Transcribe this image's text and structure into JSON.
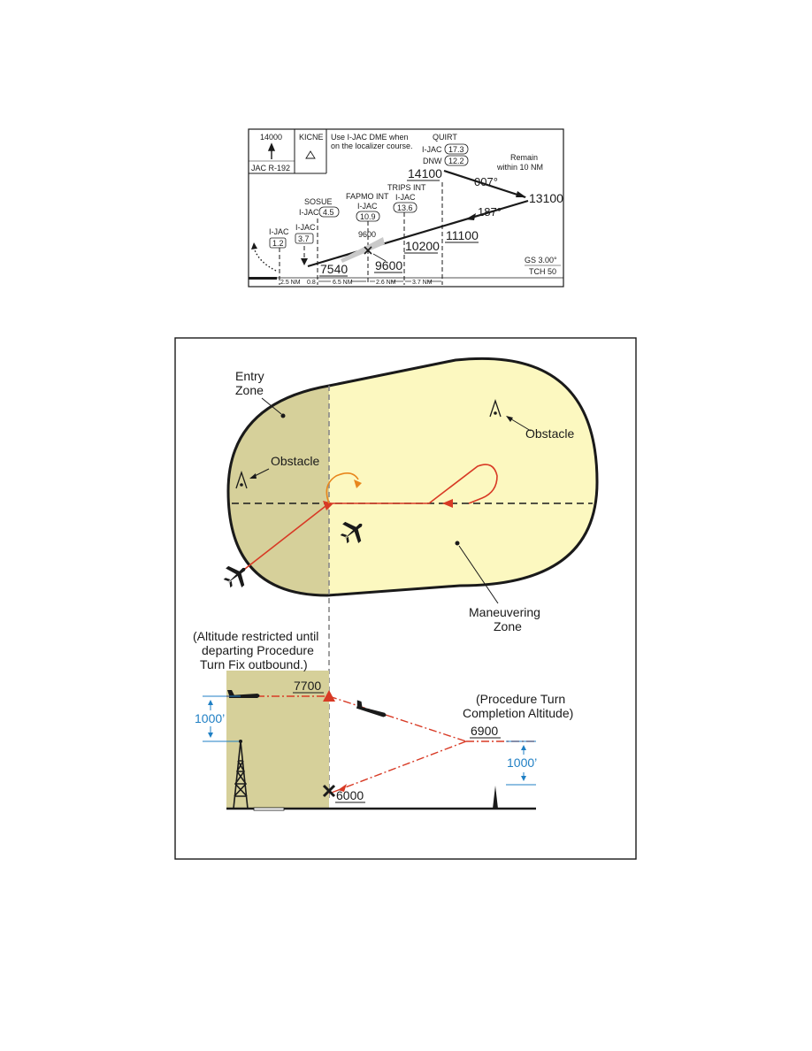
{
  "profile": {
    "msa_altitude": "14000",
    "msa_radial": "JAC R-192",
    "kicne": "KICNE",
    "note_line1": "Use I-JAC DME when",
    "note_line2": "on the localizer course.",
    "quirt": {
      "name": "QUIRT",
      "ijac_label": "I-JAC",
      "ijac_dme": "17.3",
      "dnw_label": "DNW",
      "dnw_dme": "12.2",
      "altitude": "14100"
    },
    "remain_line1": "Remain",
    "remain_line2": "within 10 NM",
    "course_outbound": "007°",
    "course_inbound": "187°",
    "turn_altitude": "13100",
    "trips": {
      "name": "TRIPS INT",
      "ijac_label": "I-JAC",
      "dme": "13.6"
    },
    "fapmo": {
      "name": "FAPMO INT",
      "ijac_label": "I-JAC",
      "dme": "10.9",
      "altitude": "9600"
    },
    "sosue": {
      "name": "SOSUE",
      "ijac_label": "I-JAC",
      "dme": "4.5"
    },
    "fix_37": {
      "ijac_label": "I-JAC",
      "dme": "3.7"
    },
    "fix_12": {
      "ijac_label": "I-JAC",
      "dme": "1.2"
    },
    "segment_altitudes": [
      "11100",
      "10200",
      "9600",
      "7540"
    ],
    "glideslope": "GS 3.00°",
    "tch": "TCH 50",
    "distances": [
      "2.5 NM",
      "0.8",
      "6.5 NM",
      "2.6 NM",
      "3.7 NM"
    ]
  },
  "diagram": {
    "entry_zone_line1": "Entry",
    "entry_zone_line2": "Zone",
    "obstacle_left": "Obstacle",
    "obstacle_right": "Obstacle",
    "maneuvering_line1": "Maneuvering",
    "maneuvering_line2": "Zone",
    "altitude_note": [
      "(Altitude restricted until",
      "departing Procedure",
      "Turn Fix outbound.)"
    ],
    "completion_note": [
      "(Procedure Turn",
      "Completion Altitude)"
    ],
    "alt_7700": "7700",
    "alt_6900": "6900",
    "alt_6000": "6000",
    "sep_left": "1000’",
    "sep_right": "1000’",
    "colors": {
      "entry_zone_fill": "#d6d09a",
      "maneuvering_fill": "#fcf8c0",
      "track_red": "#d83a25",
      "turn_orange": "#e8861c",
      "dimension_blue": "#1f7fc4"
    }
  }
}
